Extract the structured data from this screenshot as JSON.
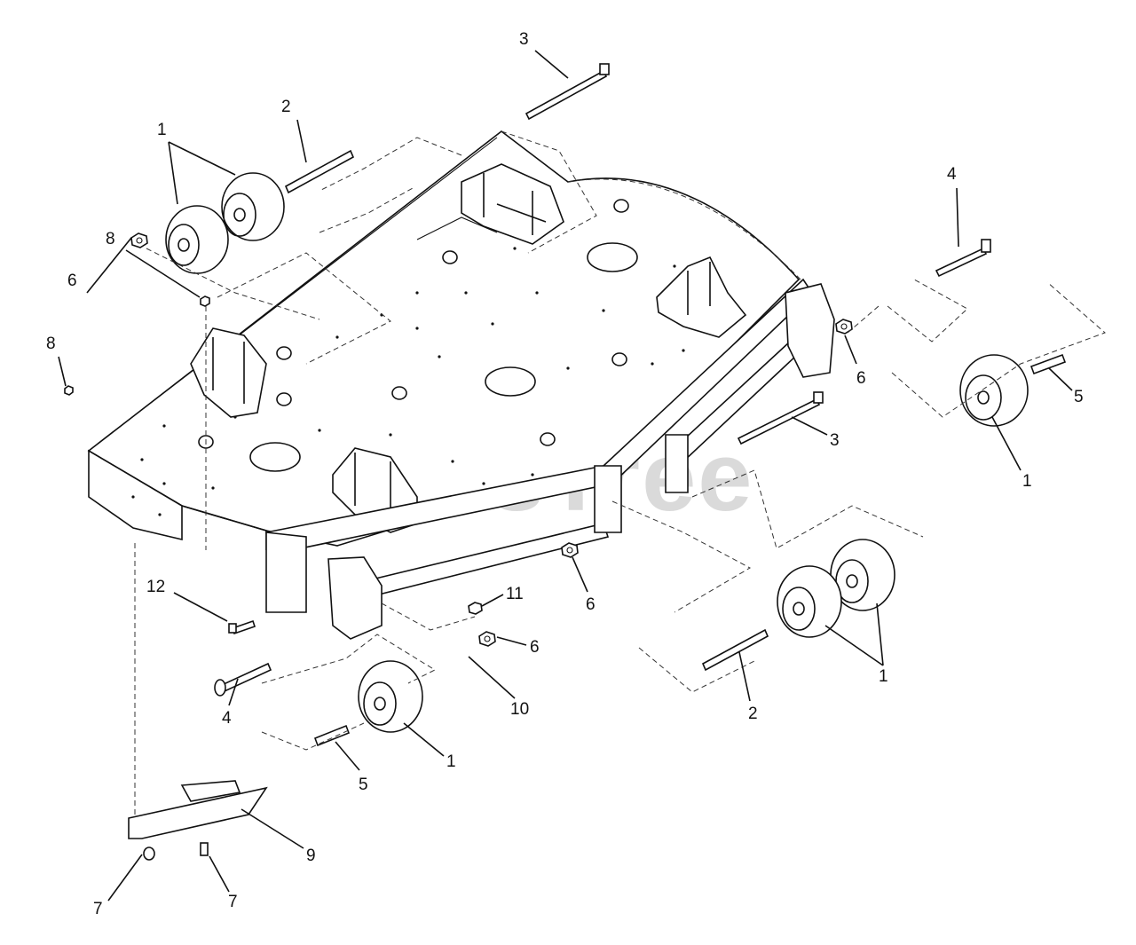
{
  "watermark": "PartsTree",
  "callouts": [
    {
      "id": "c1a",
      "label": "1"
    },
    {
      "id": "c1b",
      "label": "1"
    },
    {
      "id": "c1c",
      "label": "1"
    },
    {
      "id": "c1d",
      "label": "1"
    },
    {
      "id": "c2a",
      "label": "2"
    },
    {
      "id": "c2b",
      "label": "2"
    },
    {
      "id": "c3a",
      "label": "3"
    },
    {
      "id": "c3b",
      "label": "3"
    },
    {
      "id": "c4a",
      "label": "4"
    },
    {
      "id": "c4b",
      "label": "4"
    },
    {
      "id": "c5a",
      "label": "5"
    },
    {
      "id": "c5b",
      "label": "5"
    },
    {
      "id": "c6a",
      "label": "6"
    },
    {
      "id": "c6b",
      "label": "6"
    },
    {
      "id": "c6c",
      "label": "6"
    },
    {
      "id": "c6d",
      "label": "6"
    },
    {
      "id": "c7a",
      "label": "7"
    },
    {
      "id": "c7b",
      "label": "7"
    },
    {
      "id": "c8a",
      "label": "8"
    },
    {
      "id": "c8b",
      "label": "8"
    },
    {
      "id": "c9",
      "label": "9"
    },
    {
      "id": "c10",
      "label": "10"
    },
    {
      "id": "c11",
      "label": "11"
    },
    {
      "id": "c12",
      "label": "12"
    }
  ]
}
